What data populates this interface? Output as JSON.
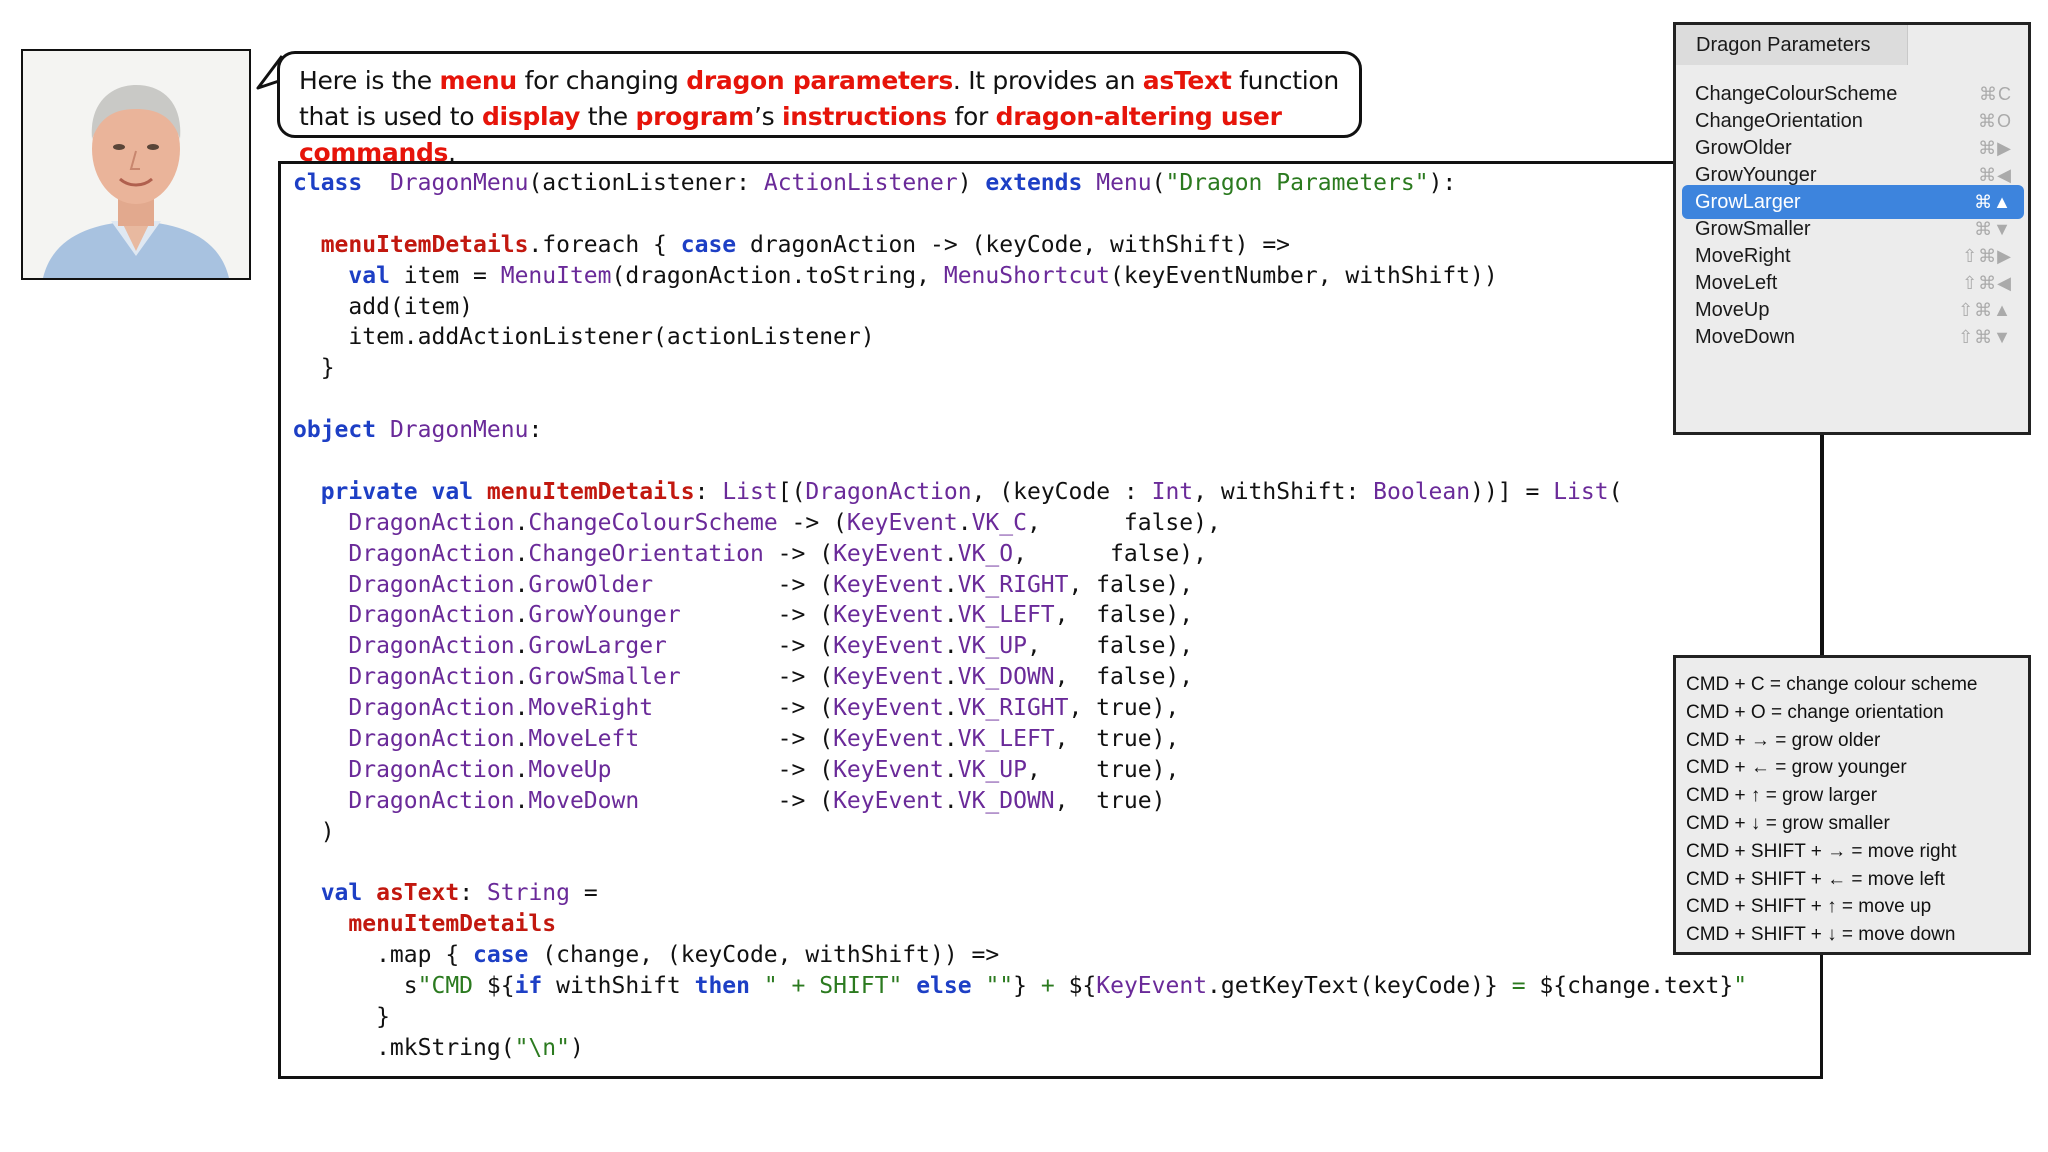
{
  "bubble": {
    "segments": [
      {
        "text": "Here is the ",
        "hl": false
      },
      {
        "text": "menu",
        "hl": true
      },
      {
        "text": " for changing ",
        "hl": false
      },
      {
        "text": "dragon parameters",
        "hl": true
      },
      {
        "text": ". It provides an ",
        "hl": false
      },
      {
        "text": "asText",
        "hl": true
      },
      {
        "text": " function that is used to ",
        "hl": false
      },
      {
        "text": "display",
        "hl": true
      },
      {
        "text": " the ",
        "hl": false
      },
      {
        "text": "program",
        "hl": true
      },
      {
        "text": "’s ",
        "hl": false
      },
      {
        "text": "instructions",
        "hl": true
      },
      {
        "text": " for ",
        "hl": false
      },
      {
        "text": "dragon-altering user commands",
        "hl": true
      },
      {
        "text": ".",
        "hl": false
      }
    ]
  },
  "code": [
    [
      [
        "kw",
        "class"
      ],
      [
        "",
        "  "
      ],
      [
        "ty",
        "DragonMenu"
      ],
      [
        "",
        "(actionListener: "
      ],
      [
        "ty",
        "ActionListener"
      ],
      [
        "",
        ") "
      ],
      [
        "kw",
        "extends"
      ],
      [
        "",
        " "
      ],
      [
        "ty",
        "Menu"
      ],
      [
        "",
        "("
      ],
      [
        "st",
        "\"Dragon Parameters\""
      ],
      [
        "",
        "):"
      ]
    ],
    [],
    [
      [
        "",
        "  "
      ],
      [
        "dm",
        "menuItemDetails"
      ],
      [
        "",
        ".foreach { "
      ],
      [
        "kw",
        "case"
      ],
      [
        "",
        " dragonAction -> (keyCode, withShift) =>"
      ]
    ],
    [
      [
        "",
        "    "
      ],
      [
        "kw",
        "val"
      ],
      [
        "",
        " item = "
      ],
      [
        "ty",
        "MenuItem"
      ],
      [
        "",
        "(dragonAction.toString, "
      ],
      [
        "ty",
        "MenuShortcut"
      ],
      [
        "",
        "(keyEventNumber, withShift))"
      ]
    ],
    [
      [
        "",
        "    add(item)"
      ]
    ],
    [
      [
        "",
        "    item.addActionListener(actionListener)"
      ]
    ],
    [
      [
        "",
        "  }"
      ]
    ],
    [],
    [
      [
        "kw",
        "object"
      ],
      [
        "",
        " "
      ],
      [
        "ty",
        "DragonMenu"
      ],
      [
        "",
        ":"
      ]
    ],
    [],
    [
      [
        "",
        "  "
      ],
      [
        "kw",
        "private"
      ],
      [
        "",
        " "
      ],
      [
        "kw",
        "val"
      ],
      [
        "",
        " "
      ],
      [
        "dm",
        "menuItemDetails"
      ],
      [
        "",
        ": "
      ],
      [
        "ty",
        "List"
      ],
      [
        "",
        "[("
      ],
      [
        "ty",
        "DragonAction"
      ],
      [
        "",
        ", (keyCode : "
      ],
      [
        "ty",
        "Int"
      ],
      [
        "",
        ", withShift: "
      ],
      [
        "ty",
        "Boolean"
      ],
      [
        "",
        "))] = "
      ],
      [
        "ty",
        "List"
      ],
      [
        "",
        "("
      ]
    ],
    [
      [
        "",
        "    "
      ],
      [
        "ty",
        "DragonAction"
      ],
      [
        "",
        "."
      ],
      [
        "ty",
        "ChangeColourScheme"
      ],
      [
        "",
        " -> ("
      ],
      [
        "ty",
        "KeyEvent"
      ],
      [
        "",
        "."
      ],
      [
        "ty",
        "VK_C"
      ],
      [
        "",
        ",      false),"
      ]
    ],
    [
      [
        "",
        "    "
      ],
      [
        "ty",
        "DragonAction"
      ],
      [
        "",
        "."
      ],
      [
        "ty",
        "ChangeOrientation"
      ],
      [
        "",
        " -> ("
      ],
      [
        "ty",
        "KeyEvent"
      ],
      [
        "",
        "."
      ],
      [
        "ty",
        "VK_O"
      ],
      [
        "",
        ",      false),"
      ]
    ],
    [
      [
        "",
        "    "
      ],
      [
        "ty",
        "DragonAction"
      ],
      [
        "",
        "."
      ],
      [
        "ty",
        "GrowOlder"
      ],
      [
        "",
        "         -> ("
      ],
      [
        "ty",
        "KeyEvent"
      ],
      [
        "",
        "."
      ],
      [
        "ty",
        "VK_RIGHT"
      ],
      [
        "",
        ", false),"
      ]
    ],
    [
      [
        "",
        "    "
      ],
      [
        "ty",
        "DragonAction"
      ],
      [
        "",
        "."
      ],
      [
        "ty",
        "GrowYounger"
      ],
      [
        "",
        "       -> ("
      ],
      [
        "ty",
        "KeyEvent"
      ],
      [
        "",
        "."
      ],
      [
        "ty",
        "VK_LEFT"
      ],
      [
        "",
        ",  false),"
      ]
    ],
    [
      [
        "",
        "    "
      ],
      [
        "ty",
        "DragonAction"
      ],
      [
        "",
        "."
      ],
      [
        "ty",
        "GrowLarger"
      ],
      [
        "",
        "        -> ("
      ],
      [
        "ty",
        "KeyEvent"
      ],
      [
        "",
        "."
      ],
      [
        "ty",
        "VK_UP"
      ],
      [
        "",
        ",    false),"
      ]
    ],
    [
      [
        "",
        "    "
      ],
      [
        "ty",
        "DragonAction"
      ],
      [
        "",
        "."
      ],
      [
        "ty",
        "GrowSmaller"
      ],
      [
        "",
        "       -> ("
      ],
      [
        "ty",
        "KeyEvent"
      ],
      [
        "",
        "."
      ],
      [
        "ty",
        "VK_DOWN"
      ],
      [
        "",
        ",  false),"
      ]
    ],
    [
      [
        "",
        "    "
      ],
      [
        "ty",
        "DragonAction"
      ],
      [
        "",
        "."
      ],
      [
        "ty",
        "MoveRight"
      ],
      [
        "",
        "         -> ("
      ],
      [
        "ty",
        "KeyEvent"
      ],
      [
        "",
        "."
      ],
      [
        "ty",
        "VK_RIGHT"
      ],
      [
        "",
        ", true),"
      ]
    ],
    [
      [
        "",
        "    "
      ],
      [
        "ty",
        "DragonAction"
      ],
      [
        "",
        "."
      ],
      [
        "ty",
        "MoveLeft"
      ],
      [
        "",
        "          -> ("
      ],
      [
        "ty",
        "KeyEvent"
      ],
      [
        "",
        "."
      ],
      [
        "ty",
        "VK_LEFT"
      ],
      [
        "",
        ",  true),"
      ]
    ],
    [
      [
        "",
        "    "
      ],
      [
        "ty",
        "DragonAction"
      ],
      [
        "",
        "."
      ],
      [
        "ty",
        "MoveUp"
      ],
      [
        "",
        "            -> ("
      ],
      [
        "ty",
        "KeyEvent"
      ],
      [
        "",
        "."
      ],
      [
        "ty",
        "VK_UP"
      ],
      [
        "",
        ",    true),"
      ]
    ],
    [
      [
        "",
        "    "
      ],
      [
        "ty",
        "DragonAction"
      ],
      [
        "",
        "."
      ],
      [
        "ty",
        "MoveDown"
      ],
      [
        "",
        "          -> ("
      ],
      [
        "ty",
        "KeyEvent"
      ],
      [
        "",
        "."
      ],
      [
        "ty",
        "VK_DOWN"
      ],
      [
        "",
        ",  true)"
      ]
    ],
    [
      [
        "",
        "  )"
      ]
    ],
    [],
    [
      [
        "",
        "  "
      ],
      [
        "kw",
        "val"
      ],
      [
        "",
        " "
      ],
      [
        "dm",
        "asText"
      ],
      [
        "",
        ": "
      ],
      [
        "ty",
        "String"
      ],
      [
        "",
        " ="
      ]
    ],
    [
      [
        "",
        "    "
      ],
      [
        "dm",
        "menuItemDetails"
      ]
    ],
    [
      [
        "",
        "      .map { "
      ],
      [
        "kw",
        "case"
      ],
      [
        "",
        " (change, (keyCode, withShift)) =>"
      ]
    ],
    [
      [
        "",
        "        s"
      ],
      [
        "st",
        "\"CMD "
      ],
      [
        "",
        "${"
      ],
      [
        "kw",
        "if"
      ],
      [
        "",
        " withShift "
      ],
      [
        "kw",
        "then"
      ],
      [
        "",
        " "
      ],
      [
        "st",
        "\" + SHIFT\""
      ],
      [
        "",
        " "
      ],
      [
        "kw",
        "else"
      ],
      [
        "",
        " "
      ],
      [
        "st",
        "\"\""
      ],
      [
        "",
        "} "
      ],
      [
        "st",
        "+ "
      ],
      [
        "",
        "${"
      ],
      [
        "ty",
        "KeyEvent"
      ],
      [
        "",
        ".getKeyText(keyCode)} "
      ],
      [
        "st",
        "= "
      ],
      [
        "",
        "${change.text}"
      ],
      [
        "st",
        "\""
      ]
    ],
    [
      [
        "",
        "      }"
      ]
    ],
    [
      [
        "",
        "      .mkString("
      ],
      [
        "st",
        "\"\\n\""
      ],
      [
        "",
        ")"
      ]
    ]
  ],
  "menu": {
    "title": "Dragon Parameters",
    "items": [
      {
        "label": "ChangeColourScheme",
        "shortcut": "⌘C",
        "active": false
      },
      {
        "label": "ChangeOrientation",
        "shortcut": "⌘O",
        "active": false
      },
      {
        "label": "GrowOlder",
        "shortcut": "⌘▶",
        "active": false
      },
      {
        "label": "GrowYounger",
        "shortcut": "⌘◀",
        "active": false
      },
      {
        "label": "GrowLarger",
        "shortcut": "⌘▲",
        "active": true
      },
      {
        "label": "GrowSmaller",
        "shortcut": "⌘▼",
        "active": false
      },
      {
        "label": "MoveRight",
        "shortcut": "⇧⌘▶",
        "active": false
      },
      {
        "label": "MoveLeft",
        "shortcut": "⇧⌘◀",
        "active": false
      },
      {
        "label": "MoveUp",
        "shortcut": "⇧⌘▲",
        "active": false
      },
      {
        "label": "MoveDown",
        "shortcut": "⇧⌘▼",
        "active": false
      }
    ]
  },
  "instructions": [
    "CMD  + C = change colour scheme",
    "CMD  + O = change orientation",
    "CMD  + → = grow older",
    "CMD  + ← = grow younger",
    "CMD  + ↑ = grow larger",
    "CMD  + ↓ = grow smaller",
    "CMD  + SHIFT + → = move right",
    "CMD  + SHIFT + ← = move left",
    "CMD  + SHIFT + ↑ = move up",
    "CMD  + SHIFT + ↓ = move down"
  ],
  "colors": {
    "highlight_red": "#e6140a",
    "keyword_blue": "#1d3fc5",
    "type_purple": "#6a2a99",
    "decl_red": "#c2180f",
    "string_green": "#2b7a1f",
    "menu_selection": "#3d84dd"
  }
}
